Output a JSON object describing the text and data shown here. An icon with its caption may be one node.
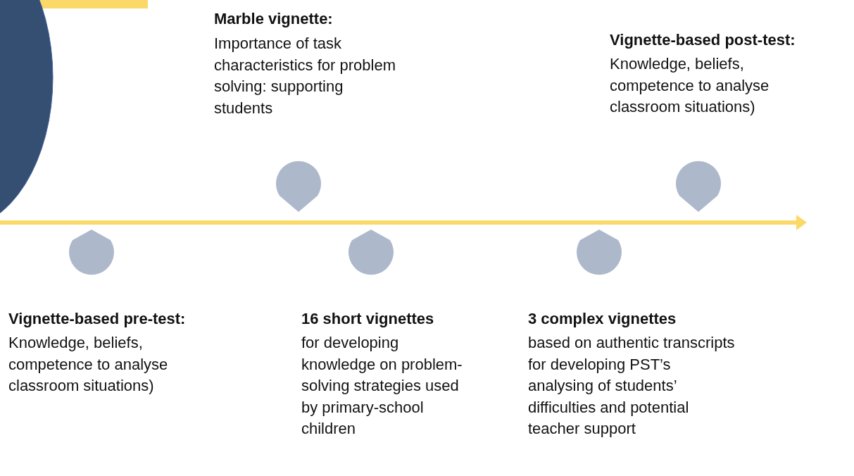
{
  "diagram": {
    "labels": [
      "Marble vignette:",
      "Importance of task characteristics for problem solving: supporting students",
      "Vignette-based post-test:",
      "Knowledge, beliefs, competence to analyse classroom situations)",
      "Vignette-based pre-test:",
      "Knowledge, beliefs, competence to analyse classroom situations)",
      "16 short vignettes",
      "for developing knowledge on problem-solving strategies used by primary-school children",
      "3 complex vignettes",
      "based on authentic transcripts for developing PST’s analysing of students’ difficulties and potential teacher support"
    ]
  }
}
